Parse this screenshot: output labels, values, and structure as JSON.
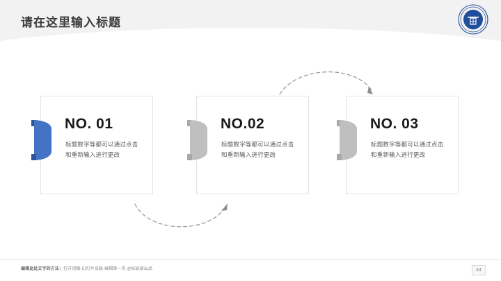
{
  "header": {
    "title": "请在这里输入标题",
    "logo_name": "university-seal-logo",
    "logo_color": "#1f4e9c"
  },
  "cards": [
    {
      "title": "NO. 01",
      "body": "标题数字等都可以通过点击和重新输入进行更改",
      "accent_color": "#4472c4",
      "tab_color": "#2e5597",
      "marker_name": "semicircle-marker-blue"
    },
    {
      "title": "NO.02",
      "body": "标题数字等都可以通过点击和重新输入进行更改",
      "accent_color": "#bfbfbf",
      "tab_color": "#a8a8a8",
      "marker_name": "semicircle-marker-gray"
    },
    {
      "title": "NO. 03",
      "body": "标题数字等都可以通过点击和重新输入进行更改",
      "accent_color": "#bfbfbf",
      "tab_color": "#a8a8a8",
      "marker_name": "semicircle-marker-gray"
    }
  ],
  "connectors": [
    {
      "name": "dashed-arc-arrow-down",
      "direction": "card2-to-card3",
      "style": "dashed"
    },
    {
      "name": "dashed-arc-arrow-up",
      "direction": "card1-to-card2",
      "style": "dashed"
    }
  ],
  "footer": {
    "label_prefix": "编辑此处文字的方法：",
    "label_rest": "打开视图-幻灯片母版-编辑第一页 @妖娆部出品",
    "page_number": "44"
  }
}
